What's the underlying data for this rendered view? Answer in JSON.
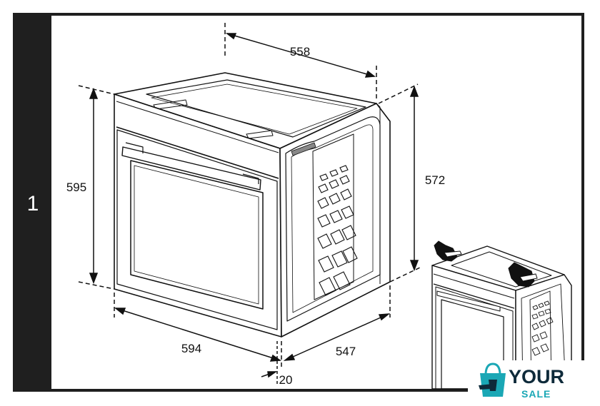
{
  "step": {
    "number": "1"
  },
  "dimensions": {
    "top_depth": "558",
    "height_front": "595",
    "height_side": "572",
    "width": "594",
    "depth": "547",
    "offset": "20"
  },
  "logo": {
    "line1": "YOUR",
    "line2": "SALE",
    "primary_color": "#1aa7b5",
    "accent_color": "#0e2a3a"
  },
  "colors": {
    "frame": "#1f1f1f",
    "line": "#111111"
  }
}
